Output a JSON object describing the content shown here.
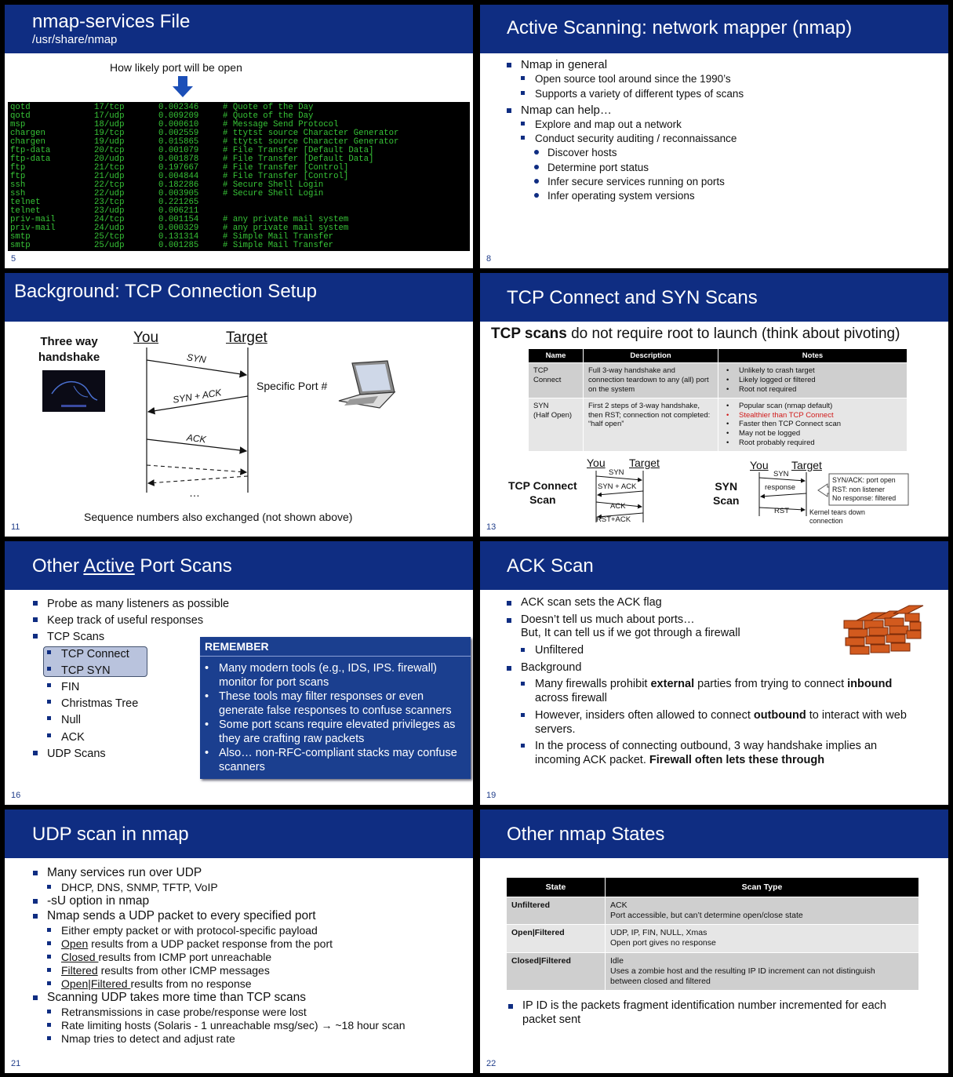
{
  "s1": {
    "title": "nmap-services File",
    "subtitle": "/usr/share/nmap",
    "num": "5",
    "note": "How likely port will be open",
    "rows": [
      [
        "qotd",
        "17/tcp",
        "0.002346",
        "# Quote of the Day"
      ],
      [
        "qotd",
        "17/udp",
        "0.009209",
        "# Quote of the Day"
      ],
      [
        "msp",
        "18/udp",
        "0.000610",
        "# Message Send Protocol"
      ],
      [
        "chargen",
        "19/tcp",
        "0.002559",
        "# ttytst source Character Generator"
      ],
      [
        "chargen",
        "19/udp",
        "0.015865",
        "# ttytst source Character Generator"
      ],
      [
        "ftp-data",
        "20/tcp",
        "0.001079",
        "# File Transfer [Default Data]"
      ],
      [
        "ftp-data",
        "20/udp",
        "0.001878",
        "# File Transfer [Default Data]"
      ],
      [
        "ftp",
        "21/tcp",
        "0.197667",
        "# File Transfer [Control]"
      ],
      [
        "ftp",
        "21/udp",
        "0.004844",
        "# File Transfer [Control]"
      ],
      [
        "ssh",
        "22/tcp",
        "0.182286",
        "# Secure Shell Login"
      ],
      [
        "ssh",
        "22/udp",
        "0.003905",
        "# Secure Shell Login"
      ],
      [
        "telnet",
        "23/tcp",
        "0.221265",
        ""
      ],
      [
        "telnet",
        "23/udp",
        "0.006211",
        ""
      ],
      [
        "priv-mail",
        "24/tcp",
        "0.001154",
        "# any private mail system"
      ],
      [
        "priv-mail",
        "24/udp",
        "0.000329",
        "# any private mail system"
      ],
      [
        "smtp",
        "25/tcp",
        "0.131314",
        "# Simple Mail Transfer"
      ],
      [
        "smtp",
        "25/udp",
        "0.001285",
        "# Simple Mail Transfer"
      ]
    ]
  },
  "s2": {
    "title": "Active Scanning:  network mapper (nmap)",
    "num": "8",
    "items": [
      {
        "lvl": 1,
        "text": "Nmap in general"
      },
      {
        "lvl": 2,
        "text": "Open source tool around since the 1990’s"
      },
      {
        "lvl": 2,
        "text": "Supports a variety of different types of scans"
      },
      {
        "lvl": 1,
        "text": "Nmap can help…"
      },
      {
        "lvl": 2,
        "text": "Explore and map out a network"
      },
      {
        "lvl": 2,
        "text": "Conduct security auditing / reconnaissance"
      },
      {
        "lvl": 3,
        "text": "Discover hosts"
      },
      {
        "lvl": 3,
        "text": "Determine port status"
      },
      {
        "lvl": 3,
        "text": "Infer secure services running on ports"
      },
      {
        "lvl": 3,
        "text": "Infer operating system versions"
      }
    ]
  },
  "s3": {
    "title": "Background: TCP Connection Setup",
    "num": "11",
    "handshake1": "Three way",
    "handshake2": "handshake",
    "you": "You",
    "target": "Target",
    "syn": "SYN",
    "synack": "SYN + ACK",
    "ack": "ACK",
    "port": "Specific Port #",
    "dots": "…",
    "caption": "Sequence numbers also exchanged (not shown above)"
  },
  "s4": {
    "title": "TCP Connect and SYN Scans",
    "num": "13",
    "lead_bold": "TCP scans",
    "lead_rest": " do not require root to launch (think about pivoting)",
    "headers": [
      "Name",
      "Description",
      "Notes"
    ],
    "r1": {
      "name1": "TCP",
      "name2": "Connect",
      "desc": "Full 3-way handshake and connection teardown to  any (all) port on the system",
      "notes": [
        "Unlikely to crash target",
        "Likely logged or filtered",
        "Root not required"
      ]
    },
    "r2": {
      "name1": "SYN",
      "name2": "(Half Open)",
      "desc": "First 2 steps of 3-way handshake, then RST; connection not completed: “half open”",
      "notes": [
        "Popular scan (nmap default)",
        "Stealthier than TCP Connect",
        "Faster then TCP Connect scan",
        "May not be logged",
        "Root probably required"
      ]
    },
    "red": "#d11a1a",
    "tcplabel1": "TCP Connect",
    "tcplabel2": "Scan",
    "synlabel1": "SYN",
    "synlabel2": "Scan",
    "you": "You",
    "target": "Target",
    "syn": "SYN",
    "synack": "SYN + ACK",
    "ack": "ACK",
    "rstack": "RST+ACK",
    "response": "response",
    "rst": "RST",
    "box": [
      "SYN/ACK: port open",
      "RST: non listener",
      "No response: filtered"
    ],
    "kernel1": "Kernel tears down",
    "kernel2": "connection"
  },
  "s5": {
    "title_pre": "Other ",
    "title_u": "Active",
    "title_post": " Port Scans",
    "num": "16",
    "items": [
      {
        "lvl": 1,
        "text": "Probe as many listeners as possible"
      },
      {
        "lvl": 1,
        "text": "Keep track of useful responses"
      },
      {
        "lvl": 1,
        "text": "TCP Scans"
      },
      {
        "lvl": 2,
        "text": "TCP Connect"
      },
      {
        "lvl": 2,
        "text": "TCP SYN"
      },
      {
        "lvl": 2,
        "text": "FIN"
      },
      {
        "lvl": 2,
        "text": "Christmas Tree"
      },
      {
        "lvl": 2,
        "text": "Null"
      },
      {
        "lvl": 2,
        "text": "ACK"
      },
      {
        "lvl": 1,
        "text": "UDP Scans"
      }
    ],
    "remember": "REMEMBER",
    "rem_items": [
      [
        "Many modern tools (e.g., IDS, IPS. firewall)",
        "monitor for port scans"
      ],
      [
        "These tools may filter responses or even",
        "generate false responses to confuse scanners"
      ],
      [
        "Some port scans require elevated privileges as",
        "they are crafting raw packets"
      ],
      [
        "Also… non-RFC-compliant stacks may confuse",
        "scanners"
      ]
    ]
  },
  "s6": {
    "title": "ACK Scan",
    "num": "19",
    "l1": "ACK scan sets the ACK flag",
    "l2a": "Doesn’t tell us much about ports…",
    "l2b": "But, It can tell us if we got through a firewall",
    "l3": "Unfiltered",
    "l4": "Background",
    "p1a": "Many firewalls prohibit ",
    "p1b": "external",
    "p1c": " parties from trying to connect ",
    "p1d": "inbound",
    "p1e": "across firewall",
    "p2a": "However, insiders often allowed to connect ",
    "p2b": "outbound",
    "p2c": " to interact with web",
    "p2d": "servers.",
    "p3a": "In the process of connecting outbound, 3 way handshake implies an",
    "p3b": "incoming ACK packet.  ",
    "p3c": "Firewall often lets these through"
  },
  "s7": {
    "title": "UDP scan in nmap",
    "num": "21",
    "l1": "Many services run over UDP",
    "l2": "DHCP, DNS, SNMP, TFTP, VoIP",
    "l3": "-sU option in nmap",
    "l4": "Nmap sends a UDP packet to every specified port",
    "l5": "Either empty packet or with protocol-specific payload",
    "u1": "Open",
    "r1": " results from a UDP packet response from the port",
    "u2": "Closed ",
    "r2": "results from ICMP port unreachable",
    "u3": "Filtered",
    "r3": " results from other ICMP messages",
    "u4": "Open|Filtered ",
    "r4": "results from no response",
    "l6": "Scanning UDP takes more time than TCP scans",
    "l7": "Retransmissions in case probe/response were lost",
    "l8": "Rate limiting hosts (Solaris - 1 unreachable msg/sec) → ~18 hour scan",
    "l9": "Nmap tries to detect and adjust rate"
  },
  "s8": {
    "title": "Other nmap States",
    "num": "22",
    "headers": [
      "State",
      "Scan Type"
    ],
    "rows": [
      {
        "state": "Unfiltered",
        "t1": "ACK",
        "t2": "Port accessible, but can’t determine open/close state",
        "t3": ""
      },
      {
        "state": "Open|Filtered",
        "t1": "UDP, IP, FIN, NULL, Xmas",
        "t2": "Open port gives no response",
        "t3": ""
      },
      {
        "state": "Closed|Filtered",
        "t1": "Idle",
        "t2": "Uses a zombie host and the resulting IP ID increment can not distinguish",
        "t3": "between closed and filtered"
      }
    ],
    "note1": "IP ID is the packets fragment identification number incremented for each",
    "note2": "packet sent"
  }
}
